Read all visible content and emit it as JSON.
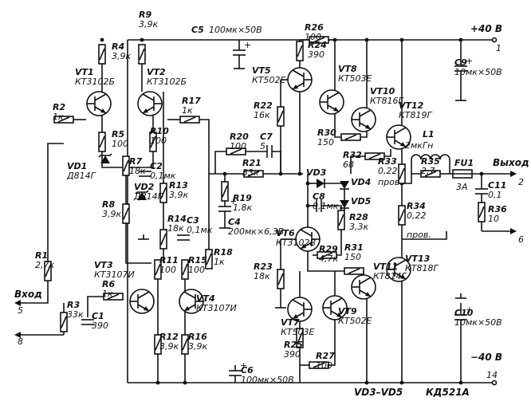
{
  "rails": {
    "pos": "+40 В",
    "pos_pin": "1",
    "neg": "−40 В",
    "neg_pin": "14"
  },
  "terminals": {
    "input": "Вход",
    "input_pin": "5",
    "pin8": "8",
    "output": "Выход",
    "out_pin2": "2",
    "out_pin6": "6"
  },
  "note": {
    "vd_range": "VD3–VD5",
    "vd_type": "КД521А"
  },
  "transistors": [
    {
      "ref": "VT1",
      "type": "КТ3102Б"
    },
    {
      "ref": "VT2",
      "type": "КТ3102Б"
    },
    {
      "ref": "VT3",
      "type": "КТ3107И"
    },
    {
      "ref": "VT4",
      "type": "КТ3107И"
    },
    {
      "ref": "VT5",
      "type": "КТ502Е"
    },
    {
      "ref": "VT6",
      "type": "КТ3102В"
    },
    {
      "ref": "VT7",
      "type": "КТ503Е"
    },
    {
      "ref": "VT8",
      "type": "КТ503Е"
    },
    {
      "ref": "VT9",
      "type": "КТ502Е"
    },
    {
      "ref": "VT10",
      "type": "КТ816Г"
    },
    {
      "ref": "VT11",
      "type": "КТ814Г"
    },
    {
      "ref": "VT12",
      "type": "КТ819Г"
    },
    {
      "ref": "VT13",
      "type": "КТ818Г"
    }
  ],
  "resistors": [
    {
      "ref": "R1",
      "value": "2,7к"
    },
    {
      "ref": "R2",
      "value": "1к"
    },
    {
      "ref": "R3",
      "value": "33к"
    },
    {
      "ref": "R4",
      "value": "3,9к"
    },
    {
      "ref": "R5",
      "value": "100"
    },
    {
      "ref": "R6",
      "value": "1к"
    },
    {
      "ref": "R7",
      "value": "18к"
    },
    {
      "ref": "R8",
      "value": "3,9к"
    },
    {
      "ref": "R9",
      "value": "3,9к"
    },
    {
      "ref": "R10",
      "value": "100"
    },
    {
      "ref": "R11",
      "value": "100"
    },
    {
      "ref": "R12",
      "value": "3,9к"
    },
    {
      "ref": "R13",
      "value": "3,9к"
    },
    {
      "ref": "R14",
      "value": "18к"
    },
    {
      "ref": "R15",
      "value": "100"
    },
    {
      "ref": "R16",
      "value": "3,9к"
    },
    {
      "ref": "R17",
      "value": "1к"
    },
    {
      "ref": "R18",
      "value": "1к"
    },
    {
      "ref": "R19",
      "value": "1,8к"
    },
    {
      "ref": "R20",
      "value": "100"
    },
    {
      "ref": "R21",
      "value": "33к"
    },
    {
      "ref": "R22",
      "value": "16к"
    },
    {
      "ref": "R23",
      "value": "18к"
    },
    {
      "ref": "R24",
      "value": "390"
    },
    {
      "ref": "R25",
      "value": "390"
    },
    {
      "ref": "R26",
      "value": "100"
    },
    {
      "ref": "R27",
      "value": "100"
    },
    {
      "ref": "R28",
      "value": "3,3к"
    },
    {
      "ref": "R29",
      "value": "4,7к"
    },
    {
      "ref": "R30",
      "value": "150"
    },
    {
      "ref": "R31",
      "value": "150"
    },
    {
      "ref": "R32",
      "value": "68"
    },
    {
      "ref": "R33",
      "value": "0,22"
    },
    {
      "ref": "R33_note",
      "value": "пров."
    },
    {
      "ref": "R34",
      "value": "0,22"
    },
    {
      "ref": "R34_note",
      "value": "пров."
    },
    {
      "ref": "R35",
      "value": "2,7"
    },
    {
      "ref": "R36",
      "value": "10"
    }
  ],
  "capacitors": [
    {
      "ref": "C1",
      "value": "390"
    },
    {
      "ref": "C2",
      "value": "0,1мк"
    },
    {
      "ref": "C3",
      "value": "0,1мк"
    },
    {
      "ref": "C4",
      "value": "200мк×6,3В"
    },
    {
      "ref": "C5",
      "value": "100мк×50В"
    },
    {
      "ref": "C6",
      "value": "100мк×50В"
    },
    {
      "ref": "C7",
      "value": "5"
    },
    {
      "ref": "C8",
      "value": "0,1мк"
    },
    {
      "ref": "C9",
      "value": "10мк×50В"
    },
    {
      "ref": "C10",
      "value": "10мк×50В"
    },
    {
      "ref": "C11",
      "value": "0,1"
    }
  ],
  "diodes": [
    {
      "ref": "VD1",
      "type": "Д814Г"
    },
    {
      "ref": "VD2",
      "type": "Д814Г"
    },
    {
      "ref": "VD3",
      "type": ""
    },
    {
      "ref": "VD4",
      "type": ""
    },
    {
      "ref": "VD5",
      "type": ""
    }
  ],
  "inductor": {
    "ref": "L1",
    "value": "2мкГн"
  },
  "fuse": {
    "ref": "FU1",
    "value": "3А"
  }
}
